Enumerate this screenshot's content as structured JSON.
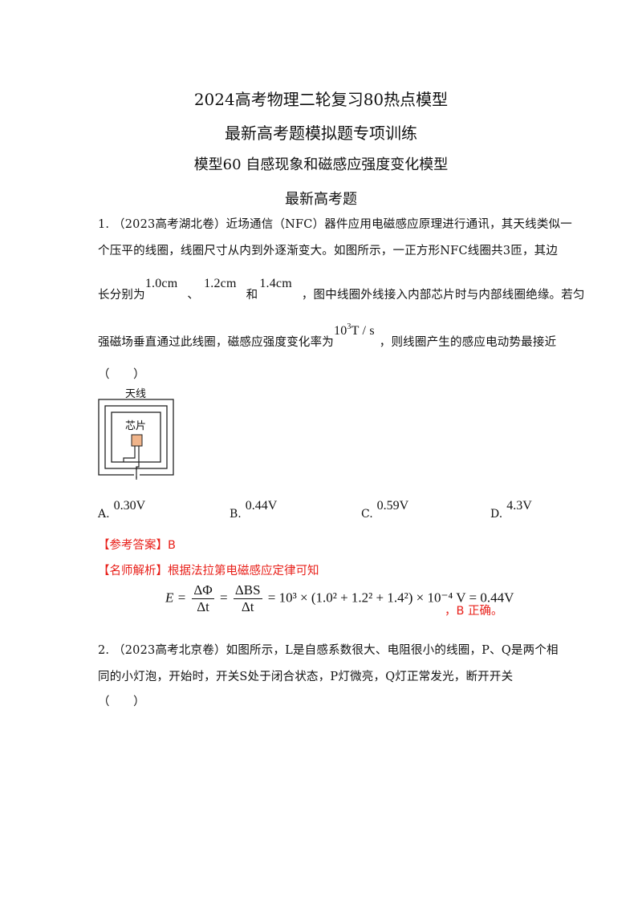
{
  "header": {
    "title1": "2024高考物理二轮复习80热点模型",
    "title2": "最新高考题模拟题专项训练",
    "title3": "模型60  自感现象和磁感应强度变化模型",
    "section": "最新高考题"
  },
  "q1": {
    "line1": "1. （2023高考湖北卷）近场通信（NFC）器件应用电磁感应原理进行通讯，其天线类似一",
    "line2": "个压平的线圈，线圈尺寸从内到外逐渐变大。如图所示，一正方形NFC线圈共3匝，其边",
    "line3_pre": "长分别为",
    "v1": "1.0cm",
    "sep1": "、",
    "v2": "1.2cm",
    "sep2": "和",
    "v3": "1.4cm",
    "line3_post": "，图中线圈外线接入内部芯片时与内部线圈绝缘。若匀",
    "line4_pre": "强磁场垂直通过此线圈，磁感应强度变化率为",
    "rate_base": "10",
    "rate_exp": "3",
    "rate_unit": "T / s",
    "line4_post": "，则线圈产生的感应电动势最接近",
    "paren": "（　　）",
    "figure": {
      "antenna_label": "天线",
      "chip_label": "芯片"
    },
    "options": [
      {
        "letter": "A.",
        "value": "0.30V"
      },
      {
        "letter": "B.",
        "value": "0.44V"
      },
      {
        "letter": "C.",
        "value": "0.59V"
      },
      {
        "letter": "D.",
        "value": "4.3V"
      }
    ],
    "answer": "【参考答案】B",
    "analysis_label": "【名师解析】根据法拉第电磁感应定律可知",
    "formula": {
      "lhs": "E =",
      "f1_num": "ΔΦ",
      "f1_den": "Δt",
      "eq": "=",
      "f2_num": "ΔBS",
      "f2_den": "Δt",
      "rhs": "= 10³ × (1.0² + 1.2² + 1.4²) × 10⁻⁴ V = 0.44V"
    },
    "conclusion": "，B 正确。"
  },
  "q2": {
    "line1": "2. （2023高考北京卷）如图所示，L是自感系数很大、电阻很小的线圈，P、Q是两个相",
    "line2": "同的小灯泡，开始时，开关S处于闭合状态，P灯微亮，Q灯正常发光，断开开关",
    "paren": "（　　）"
  },
  "colors": {
    "answer_red": "#e8201a",
    "chip_fill": "#f0b48a"
  }
}
